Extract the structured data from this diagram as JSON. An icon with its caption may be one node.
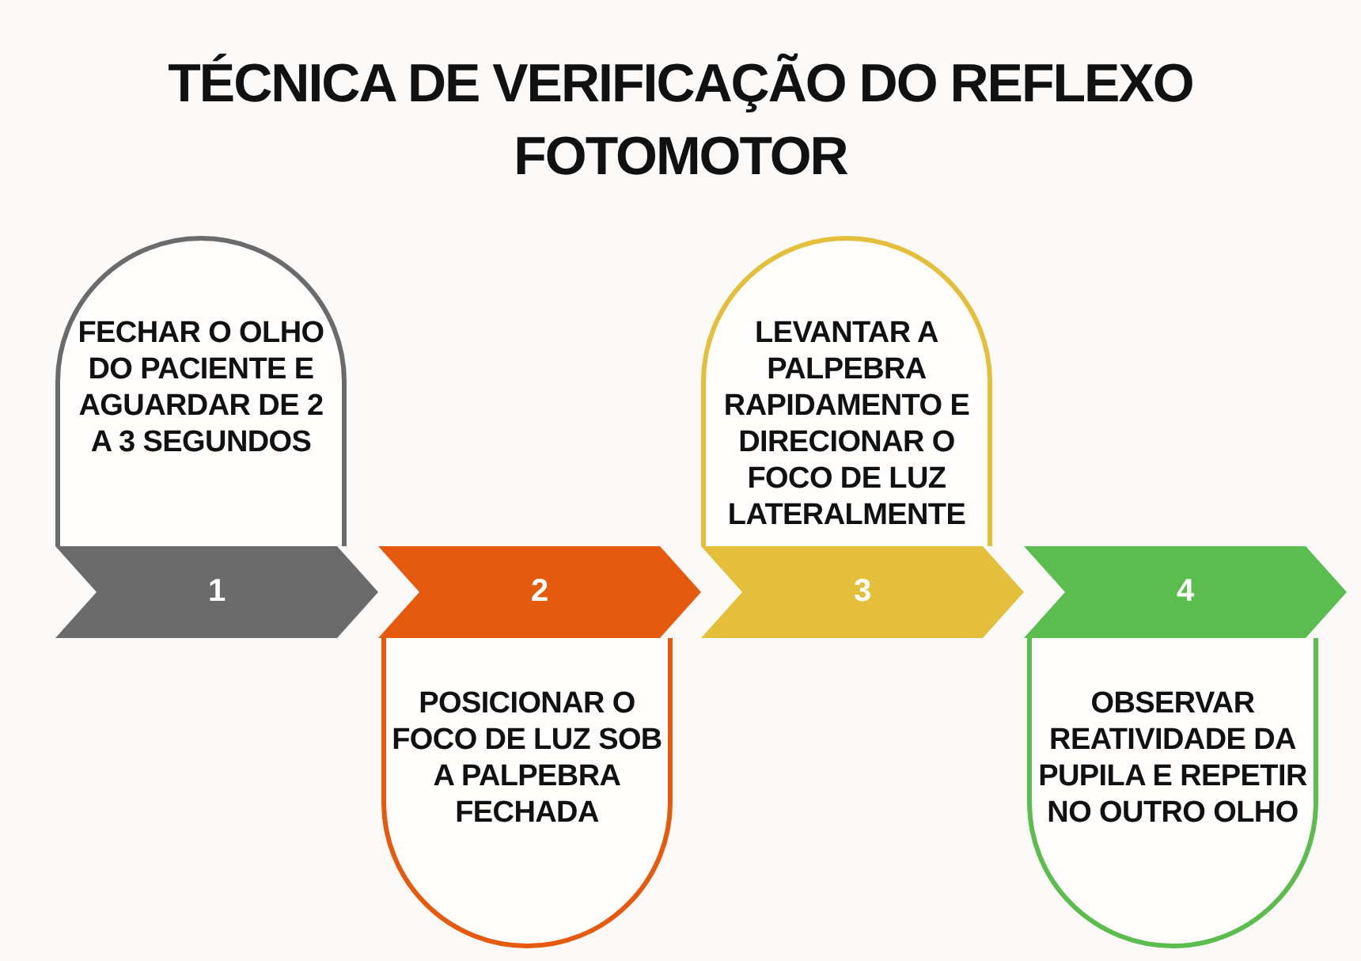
{
  "diagram": {
    "title": "TÉCNICA DE VERIFICAÇÃO DO REFLEXO FOTOMOTOR",
    "nodes": [
      {
        "text": [
          "FECHAR O OLHO DO PACIENTE E AGUARDAR DE 2 A 3 SEGUNDOS"
        ]
      },
      {
        "text": [
          "1"
        ]
      },
      {
        "text": [
          "POSICIONAR O FOCO DE LUZ SOB A PALPEBRA FECHADA"
        ]
      },
      {
        "text": [
          "2"
        ]
      },
      {
        "text": [
          "LEVANTAR A PALPEBRA RAPIDAMENTO E DIRECIONAR O FOCO DE LUZ LATERALMENTE"
        ]
      },
      {
        "text": [
          "3"
        ]
      },
      {
        "text": [
          "OBSERVAR REATIVIDADE DA PUPILA E REPETIR NO OUTRO OLHO"
        ]
      },
      {
        "text": [
          "4"
        ]
      }
    ]
  }
}
